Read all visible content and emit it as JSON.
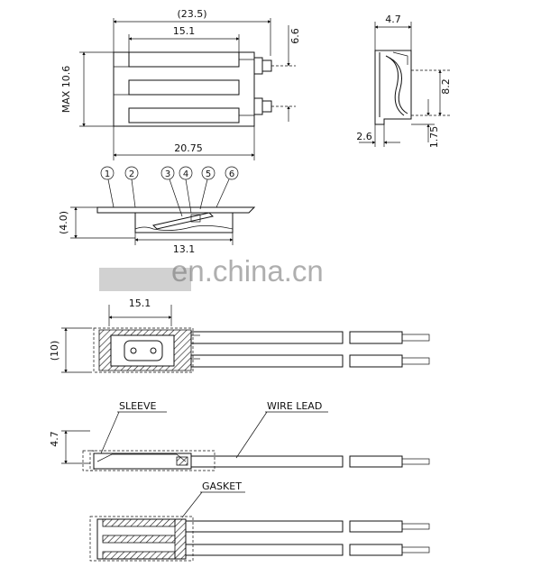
{
  "top_view": {
    "dim_overall_length": "(23.5)",
    "dim_strip_length": "15.1",
    "dim_body_length": "20.75",
    "dim_max_width": "MAX 10.6",
    "dim_terminal_pitch": "6.6"
  },
  "side_view": {
    "dim_width": "4.7",
    "dim_height": "8.2",
    "dim_base": "2.6",
    "dim_tab": "1.75"
  },
  "section_view": {
    "callouts": [
      "1",
      "2",
      "3",
      "4",
      "5",
      "6"
    ],
    "dim_height": "(4.0)",
    "dim_length": "13.1"
  },
  "watermark": "en.china.cn",
  "wired_top": {
    "dim_length": "15.1",
    "dim_width": "(10)"
  },
  "wired_side": {
    "sleeve_label": "SLEEVE",
    "wire_lead_label": "WIRE LEAD",
    "dim_height": "4.7"
  },
  "wired_gasket": {
    "gasket_label": "GASKET"
  }
}
